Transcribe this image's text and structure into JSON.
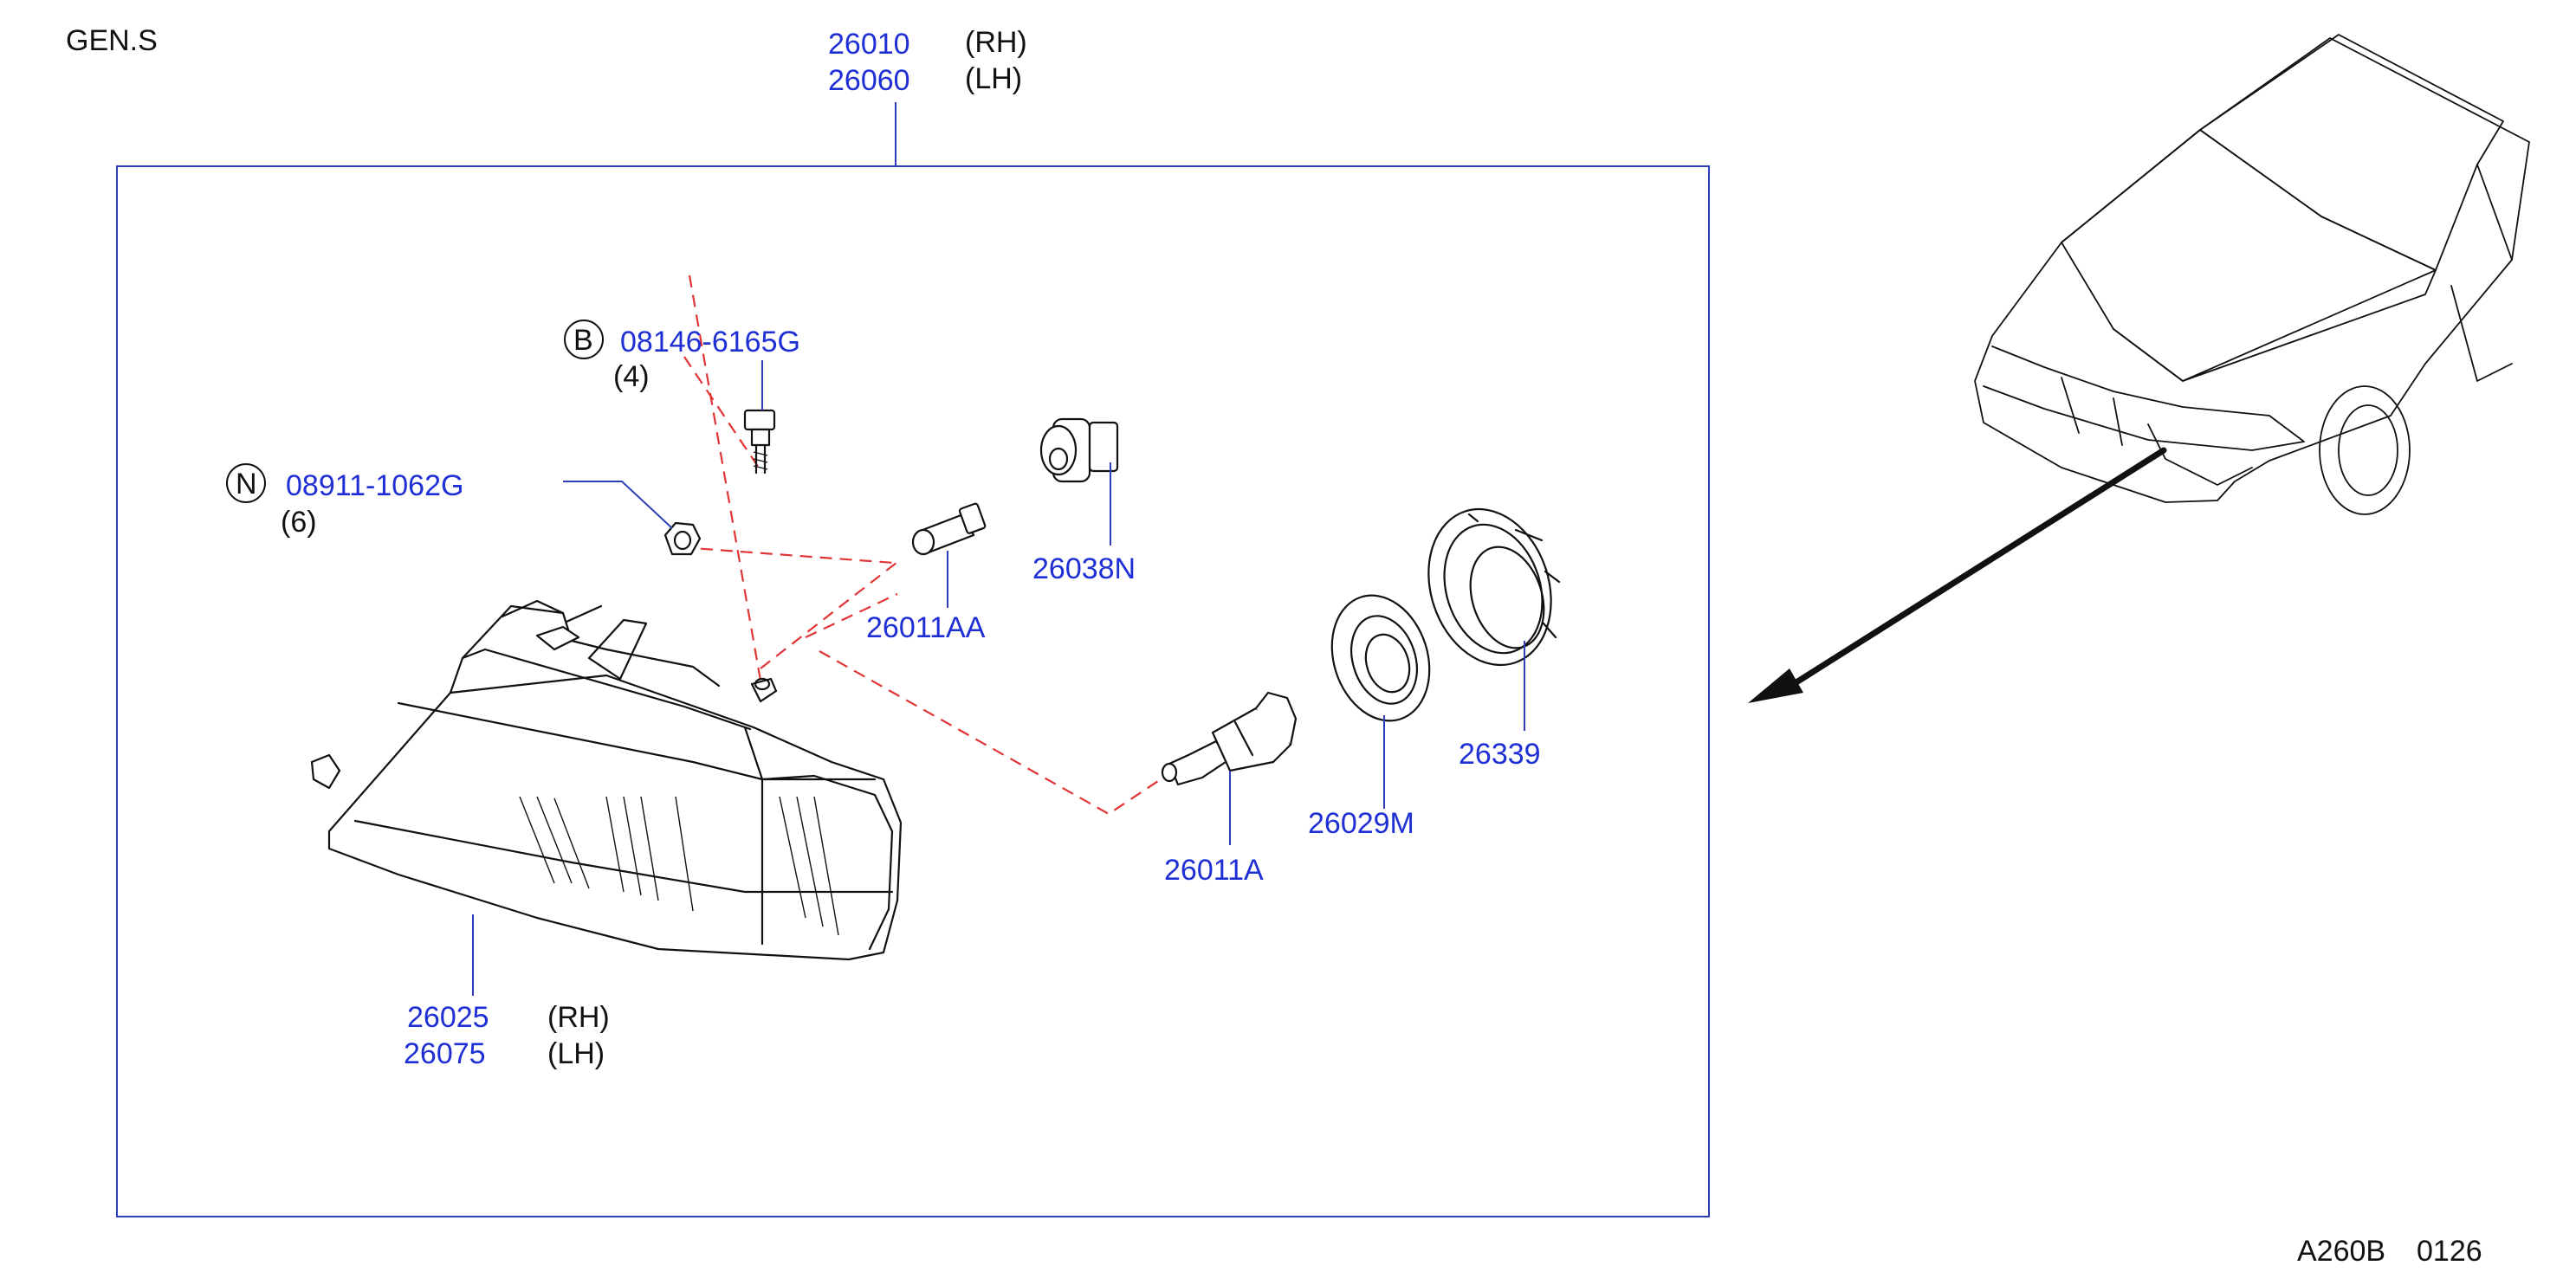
{
  "header": {
    "section": "GEN.S"
  },
  "footer": {
    "ref_code": "A260B",
    "ref_seq": "0126"
  },
  "assembly": {
    "part_rh": "26010",
    "side_rh": "(RH)",
    "part_lh": "26060",
    "side_lh": "(LH)"
  },
  "callouts": {
    "bolt": {
      "circle_letter": "B",
      "part": "08146-6165G",
      "qty": "(4)"
    },
    "nut": {
      "circle_letter": "N",
      "part": "08911-1062G",
      "qty": "(6)"
    },
    "socket": {
      "part": "26038N"
    },
    "small_bulb": {
      "part": "26011AA"
    },
    "head_bulb": {
      "part": "26011A"
    },
    "seal": {
      "part": "26029M"
    },
    "cap": {
      "part": "26339"
    },
    "housing": {
      "part_rh": "26025",
      "side_rh": "(RH)",
      "part_lh": "26075",
      "side_lh": "(LH)"
    }
  },
  "colors": {
    "part_number": "#1f2fd6",
    "leader": "#2f3fb8",
    "hidden_line": "#e23434",
    "ink": "#111111"
  },
  "icons": [
    "car-front-view-icon",
    "location-arrow-icon"
  ]
}
